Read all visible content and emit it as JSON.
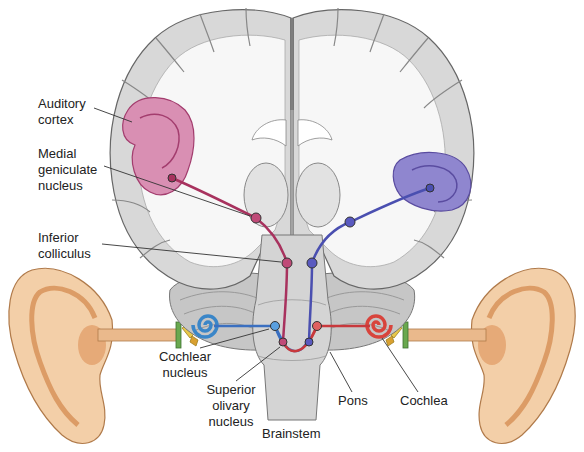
{
  "diagram": {
    "labels": [
      "Auditory cortex",
      "Medial geniculate nucleus",
      "Inferior colliculus",
      "Cochlear nucleus",
      "Superior olivary nucleus",
      "Brainstem",
      "Pons",
      "Cochlea"
    ]
  }
}
